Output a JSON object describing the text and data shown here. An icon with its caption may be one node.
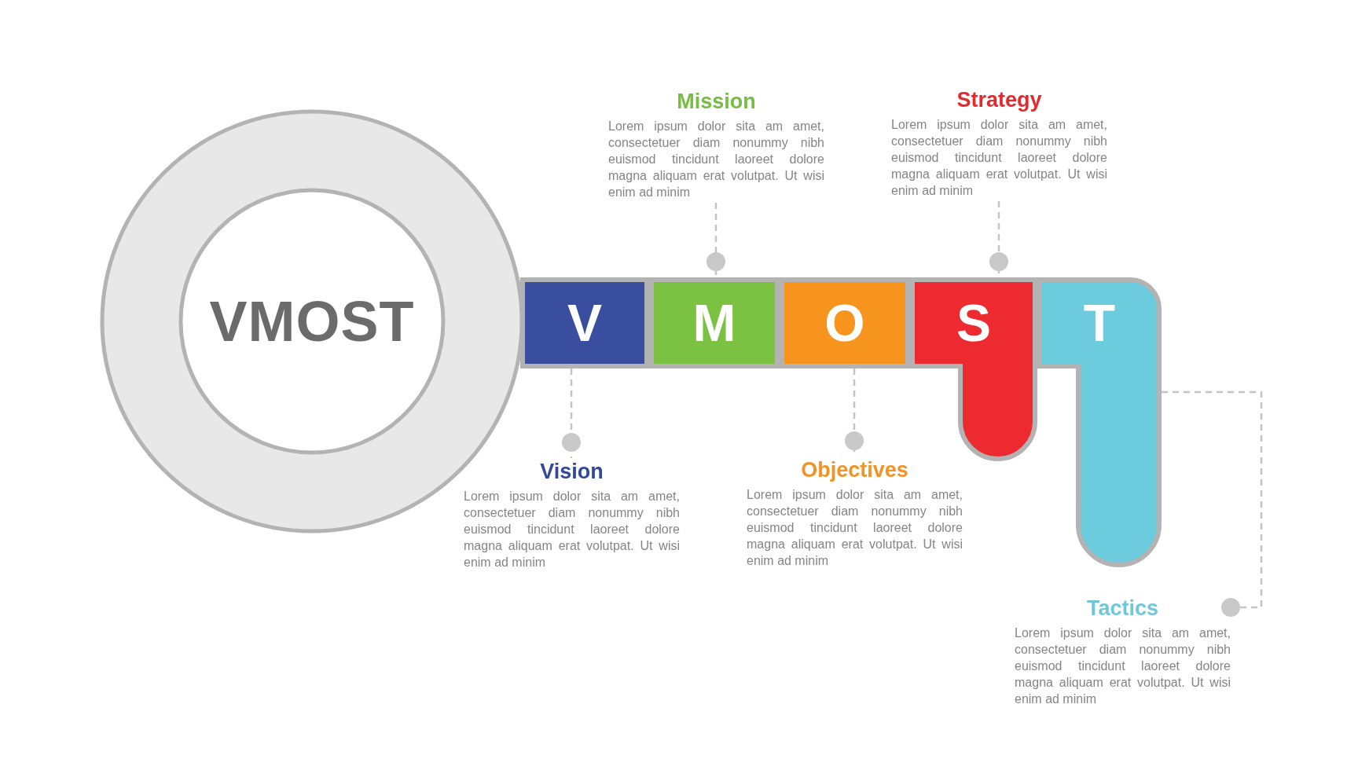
{
  "diagram": {
    "nodes": [
      {
        "text": [
          "VMOST"
        ]
      },
      {
        "text": [
          "V"
        ]
      },
      {
        "text": [
          "M"
        ]
      },
      {
        "text": [
          "O"
        ]
      },
      {
        "text": [
          "S"
        ]
      },
      {
        "text": [
          "T"
        ]
      },
      {
        "text": [
          "Mission",
          "Lorem ipsum dolor sita am amet, consectetuer diam nonummy nibh euismod tincidunt laoreet dolore magna aliquam erat volutpat. Ut wisi enim ad minim"
        ]
      },
      {
        "text": [
          "Strategy",
          "Lorem ipsum dolor sita am amet, consectetuer diam nonummy nibh euismod tincidunt laoreet dolore magna aliquam erat volutpat. Ut wisi enim ad minim"
        ]
      },
      {
        "text": [
          "Vision",
          "Lorem ipsum dolor sita am amet, consectetuer diam nonummy nibh euismod tincidunt laoreet dolore magna aliquam erat volutpat. Ut wisi enim ad minim"
        ]
      },
      {
        "text": [
          "Objectives",
          "Lorem ipsum dolor sita am amet, consectetuer diam nonummy nibh euismod tincidunt laoreet dolore magna aliquam erat volutpat. Ut wisi enim ad minim"
        ]
      },
      {
        "text": [
          "Tactics",
          "Lorem ipsum dolor sita am amet, consectetuer diam nonummy nibh euismod tincidunt laoreet dolore magna aliquam erat volutpat. Ut wisi enim ad minim"
        ]
      }
    ],
    "edges": [
      {
        "from": 6,
        "to": 2,
        "arrow": "other",
        "style": "dashed"
      },
      {
        "from": 7,
        "to": 4,
        "arrow": "other",
        "style": "dashed"
      },
      {
        "from": 1,
        "to": 8,
        "arrow": "other",
        "style": "dashed"
      },
      {
        "from": 3,
        "to": 9,
        "arrow": "other",
        "style": "dashed"
      },
      {
        "from": 5,
        "to": 10,
        "arrow": "other",
        "style": "dashed"
      }
    ]
  }
}
